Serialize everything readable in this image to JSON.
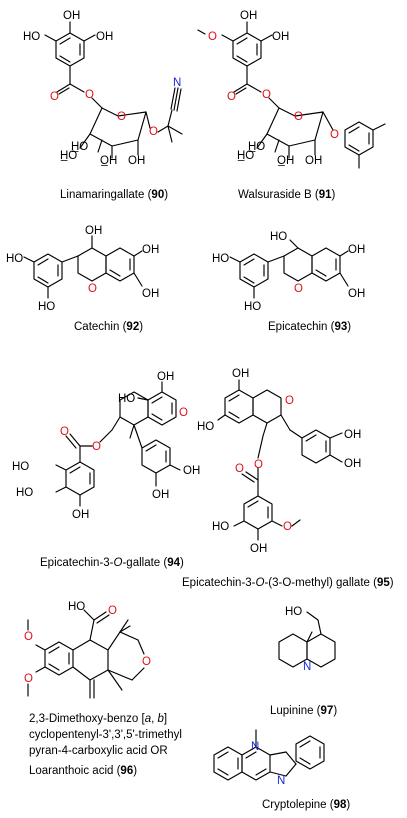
{
  "atoms": {
    "ho": "HO",
    "oh": "OH",
    "o": "O",
    "n": "N",
    "hoh": "H̲O",
    "ohh": "O̲H"
  },
  "compounds": [
    {
      "id": "90",
      "name": "Linamaringallate (",
      "number": "90",
      "close": ")"
    },
    {
      "id": "91",
      "name": "Walsuraside B (",
      "number": "91",
      "close": ")"
    },
    {
      "id": "92",
      "name": "Catechin (",
      "number": "92",
      "close": ")"
    },
    {
      "id": "93",
      "name": "Epicatechin (",
      "number": "93",
      "close": ")"
    },
    {
      "id": "94",
      "name": "Epicatechin-3-",
      "italic": "O",
      "name2": "-gallate (",
      "number": "94",
      "close": ")"
    },
    {
      "id": "95",
      "name": "Epicatechin-3-",
      "italic": "O",
      "name2": "-(3-O-methyl) gallate (",
      "number": "95",
      "close": ")"
    },
    {
      "id": "96",
      "lines": [
        "2,3-Dimethoxy-benzo [",
        "cyclopentenyl-3',3',5'-trimethyl",
        "pyran-4-carboxylic acid OR",
        "Loaranthoic acid ("
      ],
      "italic_a": "a",
      "sep": ", ",
      "italic_b": "b",
      "bracket": "]",
      "number": "96",
      "close": ")"
    },
    {
      "id": "97",
      "name": "Lupinine (",
      "number": "97",
      "close": ")"
    },
    {
      "id": "98",
      "name": "Cryptolepine (",
      "number": "98",
      "close": ")"
    }
  ]
}
